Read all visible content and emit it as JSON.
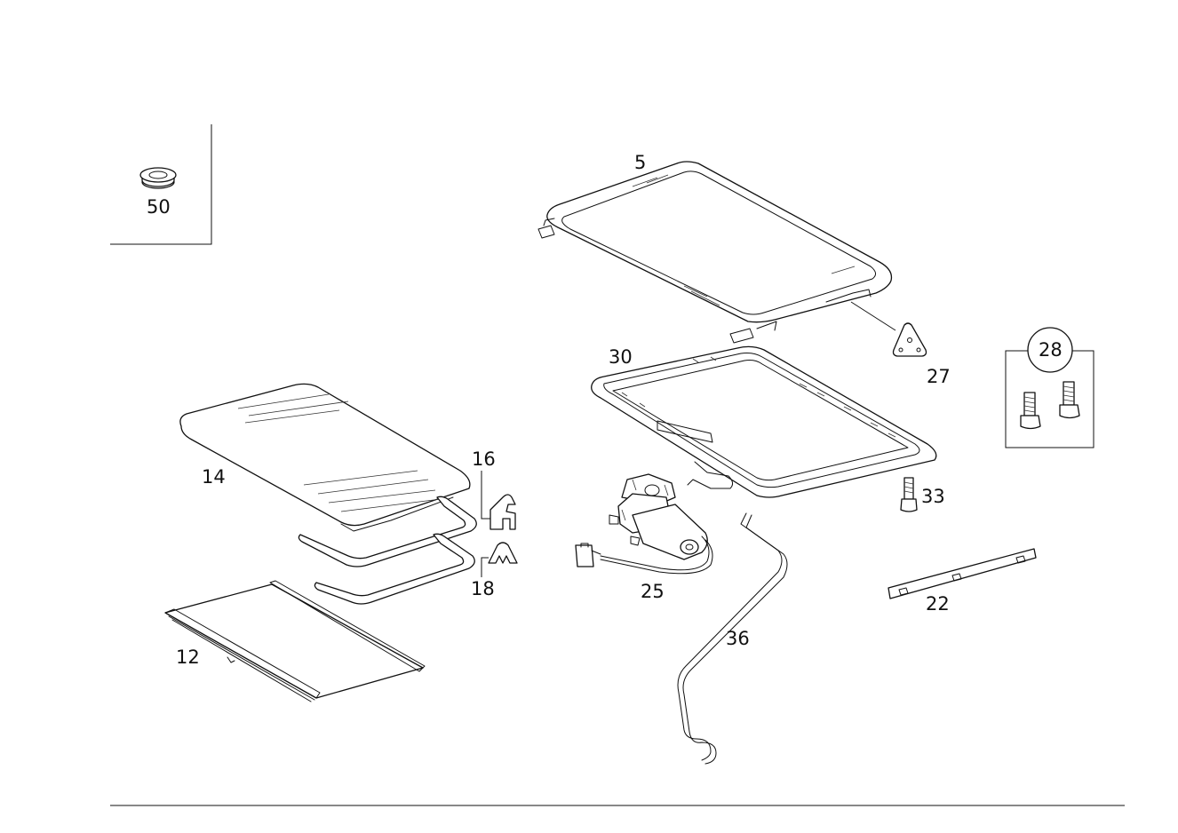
{
  "diagram": {
    "callouts": [
      {
        "id": "p5",
        "text": "5"
      },
      {
        "id": "p12",
        "text": "12"
      },
      {
        "id": "p14",
        "text": "14"
      },
      {
        "id": "p16",
        "text": "16"
      },
      {
        "id": "p18",
        "text": "18"
      },
      {
        "id": "p22",
        "text": "22"
      },
      {
        "id": "p25",
        "text": "25"
      },
      {
        "id": "p27",
        "text": "27"
      },
      {
        "id": "p28",
        "text": "28"
      },
      {
        "id": "p30",
        "text": "30"
      },
      {
        "id": "p33",
        "text": "33"
      },
      {
        "id": "p36",
        "text": "36"
      },
      {
        "id": "p50",
        "text": "50"
      }
    ]
  }
}
